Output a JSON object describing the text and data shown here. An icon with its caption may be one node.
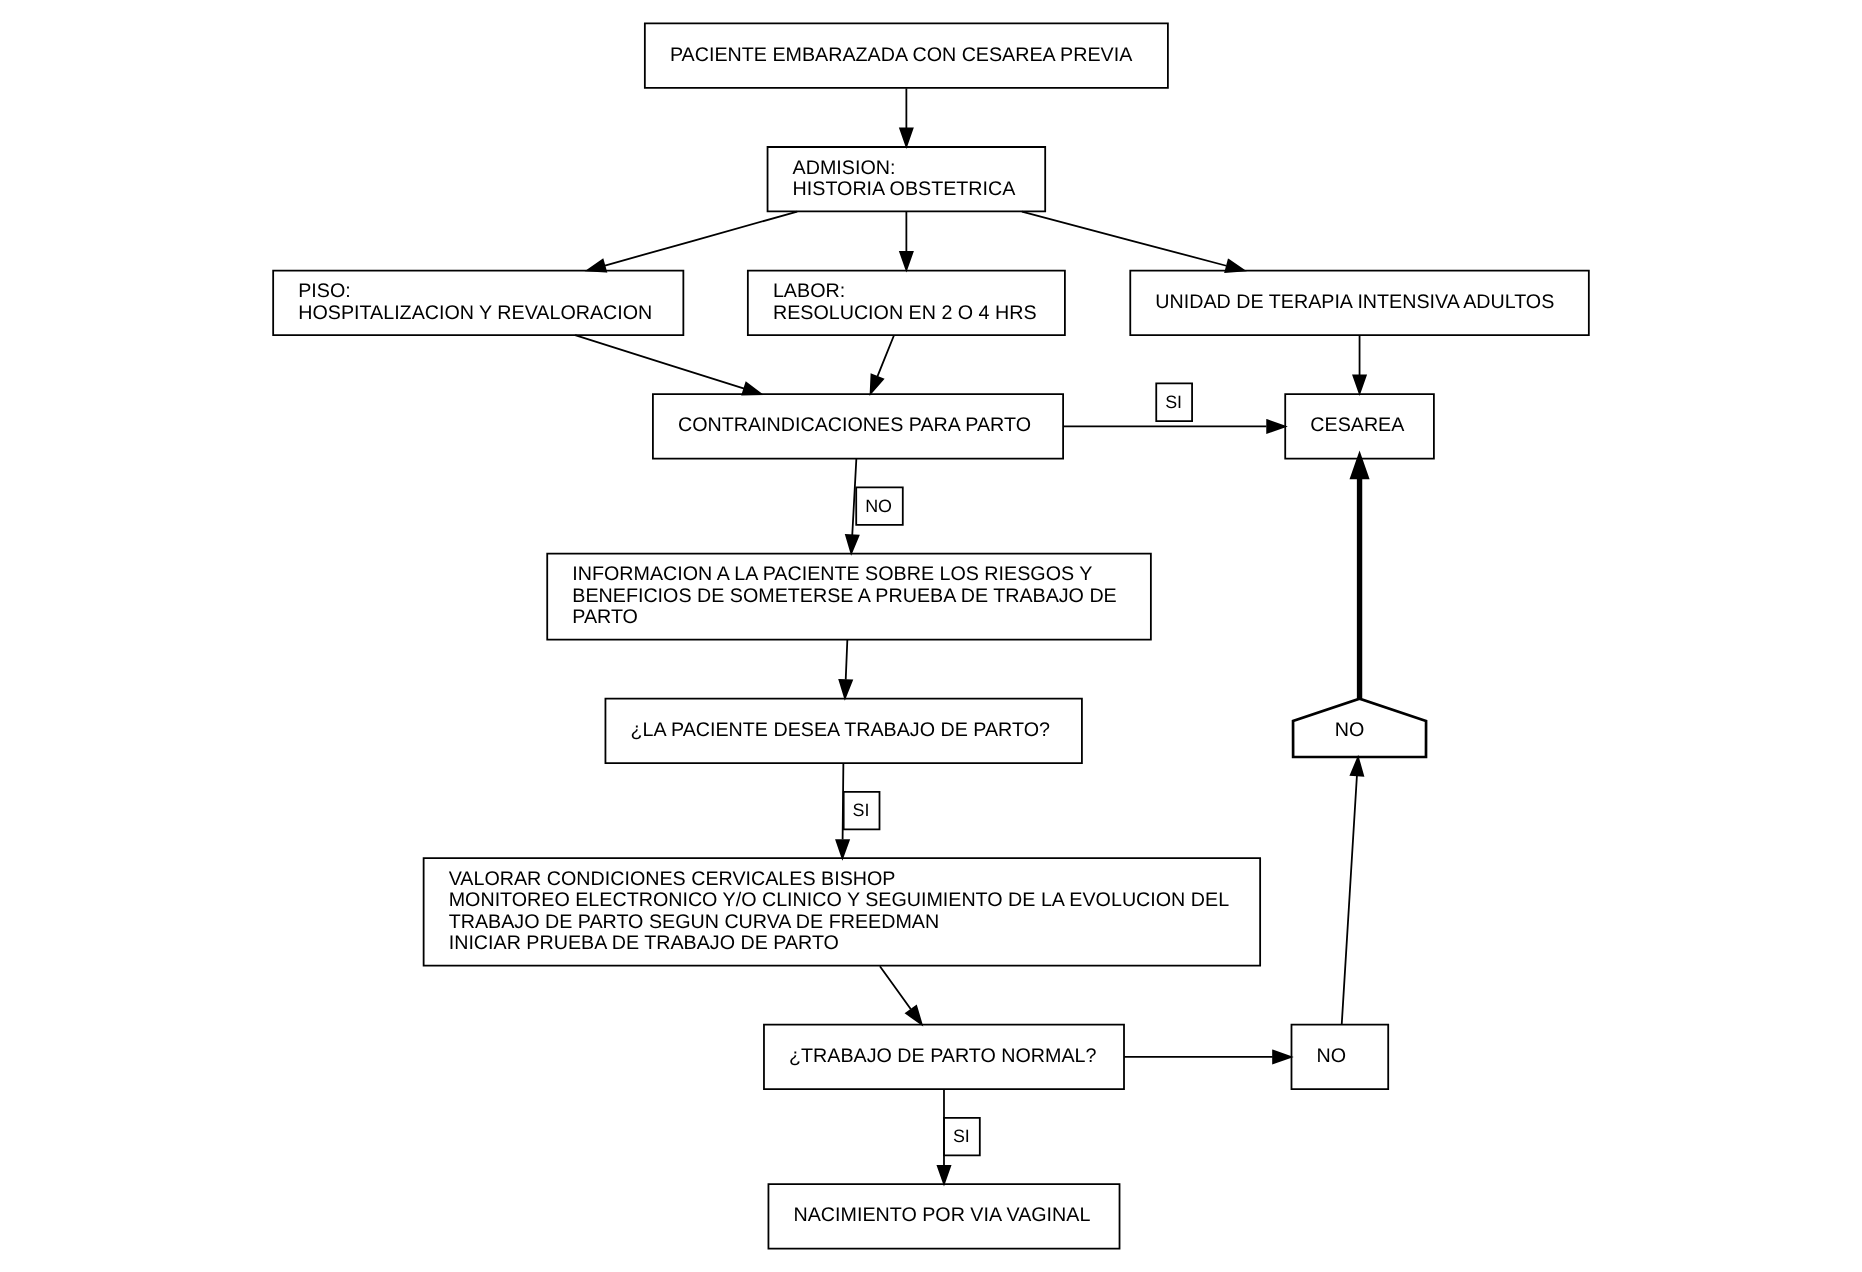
{
  "diagram": {
    "nodes": [
      {
        "text": [
          "PACIENTE EMBARAZADA CON CESAREA PREVIA"
        ]
      },
      {
        "text": [
          "ADMISION:",
          "HISTORIA OBSTETRICA"
        ]
      },
      {
        "text": [
          "PISO:",
          "HOSPITALIZACION Y REVALORACION"
        ]
      },
      {
        "text": [
          "LABOR:",
          "RESOLUCION EN 2 O 4 HRS"
        ]
      },
      {
        "text": [
          "UNIDAD DE TERAPIA INTENSIVA ADULTOS"
        ]
      },
      {
        "text": [
          "CONTRAINDICACIONES PARA PARTO"
        ]
      },
      {
        "text": [
          "CESAREA"
        ]
      },
      {
        "text": [
          "INFORMACION A LA PACIENTE SOBRE LOS RIESGOS Y BENEFICIOS DE SOMETERSE A PRUEBA DE TRABAJO DE PARTO"
        ]
      },
      {
        "text": [
          "¿LA PACIENTE DESEA TRABAJO DE PARTO?"
        ]
      },
      {
        "text": [
          "NO"
        ]
      },
      {
        "text": [
          "VALORAR CONDICIONES CERVICALES BISHOP",
          "MONITOREO ELECTRONICO Y/O CLINICO Y SEGUIMIENTO DE LA EVOLUCION DEL TRABAJO DE PARTO SEGUN CURVA DE FREEDMAN",
          "INICIAR PRUEBA DE TRABAJO DE PARTO"
        ]
      },
      {
        "text": [
          "¿TRABAJO DE PARTO NORMAL?"
        ]
      },
      {
        "text": [
          "NO"
        ]
      },
      {
        "text": [
          "NACIMIENTO POR VIA VAGINAL"
        ]
      }
    ],
    "edges": [
      {
        "from": 0,
        "to": 1,
        "arrow": "to"
      },
      {
        "from": 1,
        "to": 2,
        "arrow": "to"
      },
      {
        "from": 1,
        "to": 3,
        "arrow": "to"
      },
      {
        "from": 1,
        "to": 4,
        "arrow": "to"
      },
      {
        "from": 2,
        "to": 5,
        "arrow": "to"
      },
      {
        "from": 3,
        "to": 5,
        "arrow": "to"
      },
      {
        "from": 4,
        "to": 6,
        "arrow": "to"
      },
      {
        "from": 5,
        "to": 6,
        "arrow": "to",
        "label": "SI"
      },
      {
        "from": 5,
        "to": 7,
        "arrow": "to",
        "label": "NO"
      },
      {
        "from": 7,
        "to": 8,
        "arrow": "to"
      },
      {
        "from": 8,
        "to": 10,
        "arrow": "to",
        "label": "SI"
      },
      {
        "from": 10,
        "to": 11,
        "arrow": "to"
      },
      {
        "from": 11,
        "to": 12,
        "arrow": "to"
      },
      {
        "from": 12,
        "to": 9,
        "arrow": "to"
      },
      {
        "from": 9,
        "to": 6,
        "arrow": "to",
        "style": "thick"
      },
      {
        "from": 11,
        "to": 13,
        "arrow": "to",
        "label": "SI"
      }
    ]
  }
}
